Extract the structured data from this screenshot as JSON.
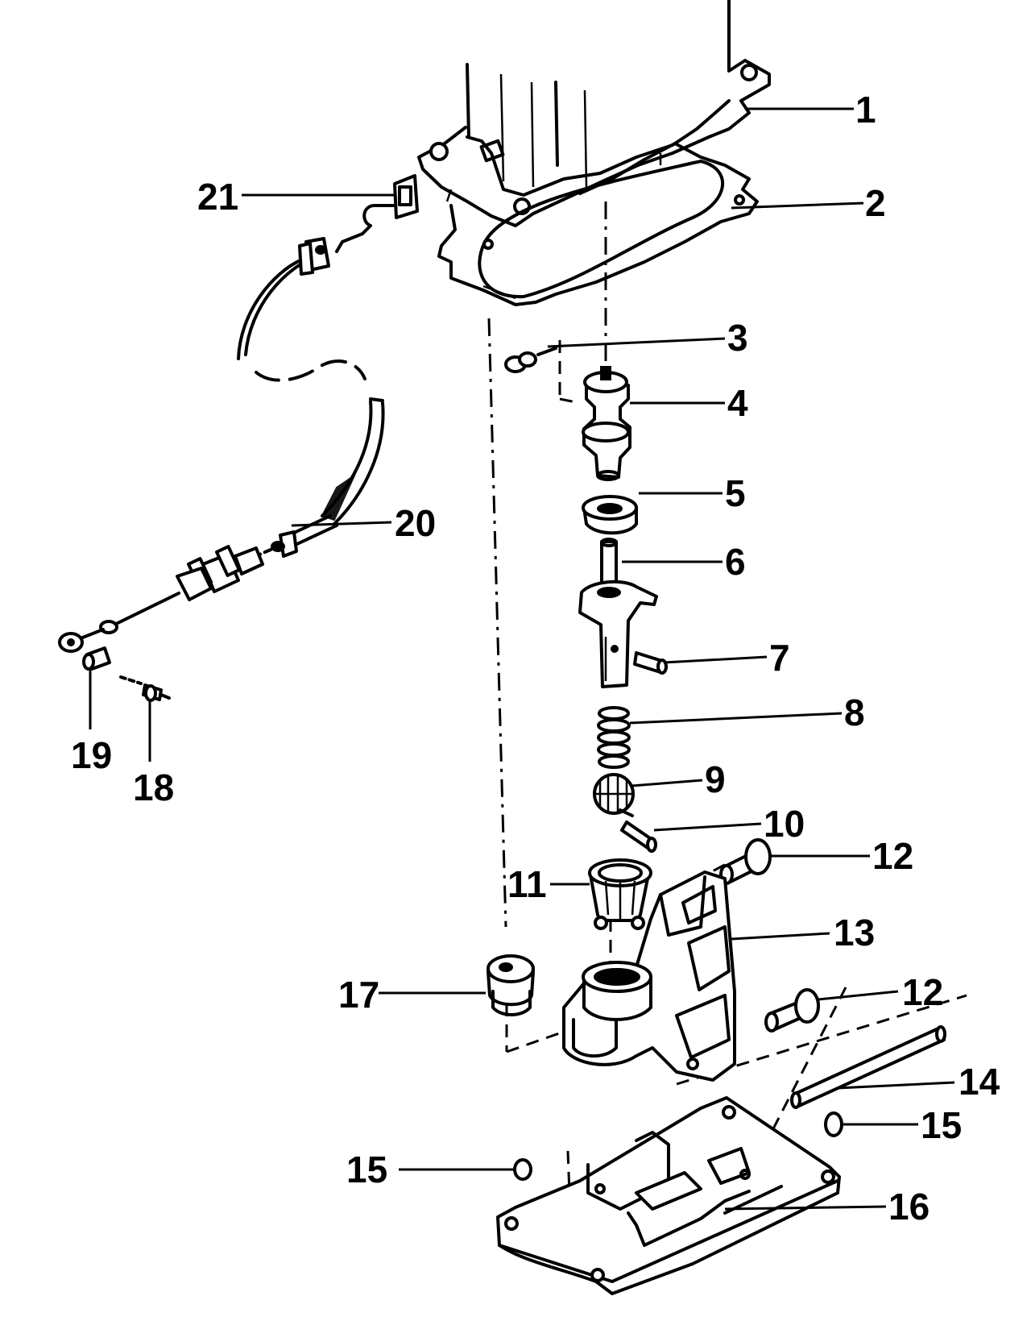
{
  "callouts": [
    {
      "id": "1",
      "label": "1"
    },
    {
      "id": "2",
      "label": "2"
    },
    {
      "id": "3",
      "label": "3"
    },
    {
      "id": "4",
      "label": "4"
    },
    {
      "id": "5",
      "label": "5"
    },
    {
      "id": "6",
      "label": "6"
    },
    {
      "id": "7",
      "label": "7"
    },
    {
      "id": "8",
      "label": "8"
    },
    {
      "id": "9",
      "label": "9"
    },
    {
      "id": "10",
      "label": "10"
    },
    {
      "id": "11",
      "label": "11"
    },
    {
      "id": "12a",
      "label": "12"
    },
    {
      "id": "13",
      "label": "13"
    },
    {
      "id": "12b",
      "label": "12"
    },
    {
      "id": "14",
      "label": "14"
    },
    {
      "id": "15a",
      "label": "15"
    },
    {
      "id": "15b",
      "label": "15"
    },
    {
      "id": "16",
      "label": "16"
    },
    {
      "id": "17",
      "label": "17"
    },
    {
      "id": "18",
      "label": "18"
    },
    {
      "id": "19",
      "label": "19"
    },
    {
      "id": "20",
      "label": "20"
    },
    {
      "id": "21",
      "label": "21"
    }
  ]
}
